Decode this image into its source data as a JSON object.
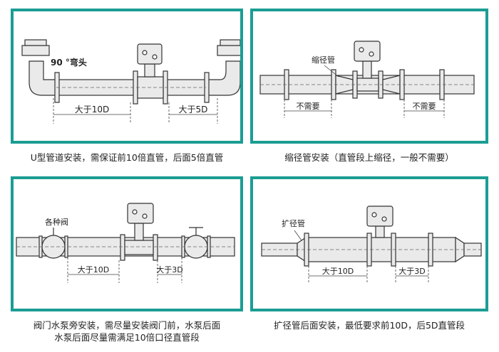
{
  "colors": {
    "frame": "#1b9d93",
    "pipe_fill": "#eaeaea",
    "line": "#333333",
    "dim": "#444444"
  },
  "panels": [
    {
      "labels": {
        "bend": "90 °弯头",
        "upstream": "大于10D",
        "downstream": "大于5D"
      },
      "caption": [
        "U型管道安装，需保证前10倍直管，后面5倍直管"
      ]
    },
    {
      "labels": {
        "reducer": "缩径管",
        "upstream": "不需要",
        "downstream": "不需要"
      },
      "caption": [
        "缩径管安装（直管段上缩径，一般不需要）"
      ]
    },
    {
      "labels": {
        "valve": "各种阀",
        "upstream": "大于10D",
        "downstream": "大于3D"
      },
      "caption": [
        "阀门水泵旁安装，需尽量安装阀门前，水泵后面",
        "水泵后面尽量需满足10倍口径直管段"
      ]
    },
    {
      "labels": {
        "expander": "扩径管",
        "upstream": "大于10D",
        "downstream": "大于3D"
      },
      "caption": [
        "扩径管后面安装，最低要求前10D，后5D直管段"
      ]
    }
  ]
}
